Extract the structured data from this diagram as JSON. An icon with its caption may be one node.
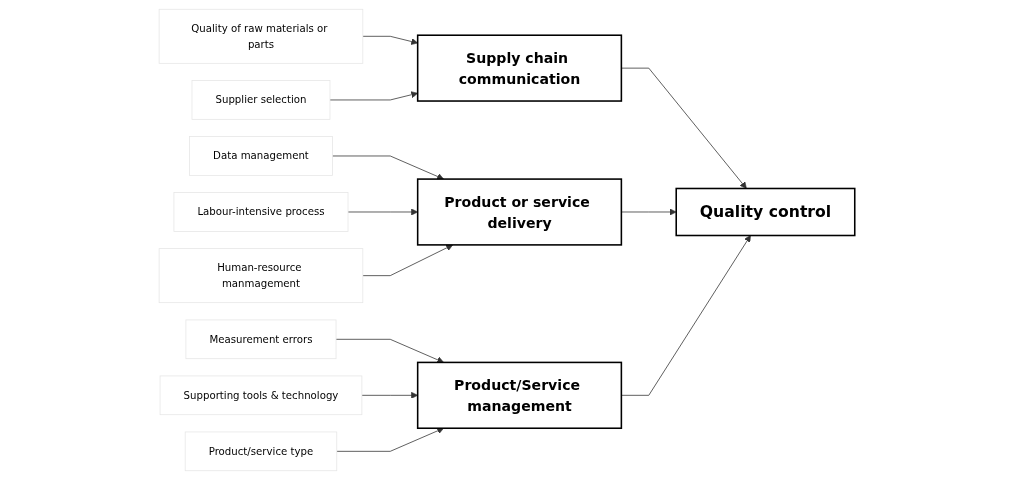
{
  "diagram": {
    "nodes": [
      {
        "text": [
          "Supply chain communication"
        ]
      },
      {
        "text": [
          "Product or service delivery"
        ]
      },
      {
        "text": [
          "Quality of raw materials or parts"
        ]
      },
      {
        "text": [
          "Data management"
        ]
      },
      {
        "text": [
          "Supplier selection"
        ]
      },
      {
        "text": [
          "Labour-intensive process"
        ]
      },
      {
        "text": [
          "Human-resource manmagement"
        ]
      },
      {
        "text": [
          "Quality control"
        ]
      },
      {
        "text": [
          "Measurement errors"
        ]
      },
      {
        "text": [
          "Supporting tools & technology"
        ]
      },
      {
        "text": [
          "Product/service type"
        ]
      },
      {
        "text": [
          "Product/Service management"
        ]
      }
    ],
    "edges": [
      {
        "from": 2,
        "to": 0,
        "arrow": "to"
      },
      {
        "from": 4,
        "to": 0,
        "arrow": "to"
      },
      {
        "from": 3,
        "to": 1,
        "arrow": "to"
      },
      {
        "from": 5,
        "to": 1,
        "arrow": "to"
      },
      {
        "from": 6,
        "to": 1,
        "arrow": "to"
      },
      {
        "from": 8,
        "to": 11,
        "arrow": "to"
      },
      {
        "from": 9,
        "to": 11,
        "arrow": "to"
      },
      {
        "from": 10,
        "to": 11,
        "arrow": "to"
      },
      {
        "from": 0,
        "to": 7,
        "arrow": "to"
      },
      {
        "from": 1,
        "to": 7,
        "arrow": "to"
      },
      {
        "from": 11,
        "to": 7,
        "arrow": "to"
      }
    ]
  }
}
